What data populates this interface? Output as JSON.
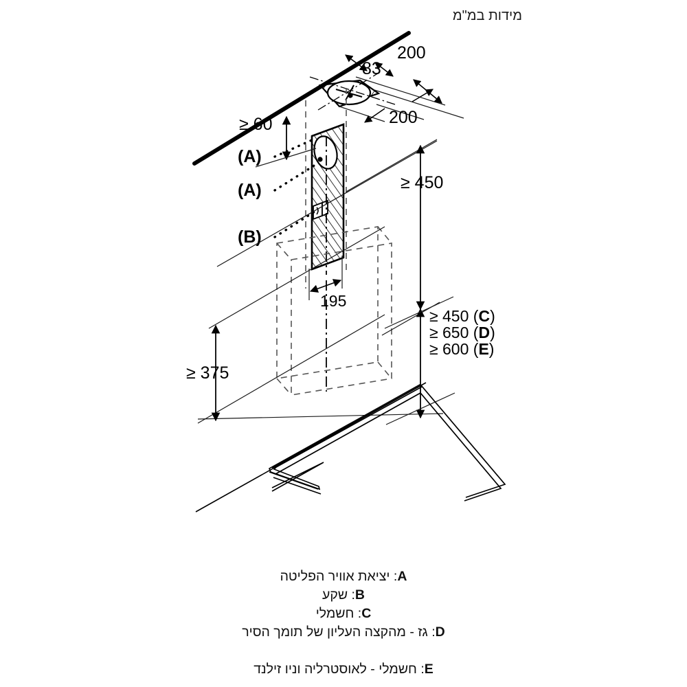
{
  "header": {
    "title": "מידות במ\"מ"
  },
  "diagram": {
    "type": "installation-dimension-drawing",
    "description": "isometric wall-mounted extractor hood installation diagram",
    "dimensions": {
      "ceiling_offset_top": "200",
      "duct_offset": "83",
      "ceiling_offset_bottom": "200",
      "wall_top_clearance": "≥ 60",
      "hood_height_min": "≥ 450",
      "hood_depth": "195",
      "side_clearance": "≥ 375"
    },
    "callouts": [
      {
        "id": "a1",
        "label": "(A)"
      },
      {
        "id": "a2",
        "label": "(A)"
      },
      {
        "id": "b1",
        "label": "(B)"
      }
    ],
    "clearance_stack": [
      {
        "value": "≥ 450",
        "ref": "C"
      },
      {
        "value": "≥ 650",
        "ref": "D"
      },
      {
        "value": "≥ 600",
        "ref": "E"
      }
    ]
  },
  "legend": {
    "items": [
      {
        "key": "A",
        "sep": ":",
        "text": "יציאת אוויר הפליטה",
        "gap": false
      },
      {
        "key": "B",
        "sep": ":",
        "text": "שקע",
        "gap": false
      },
      {
        "key": "C",
        "sep": ":",
        "text": "חשמלי",
        "gap": false
      },
      {
        "key": "D",
        "sep": ":",
        "text": "גז - מהקצה העליון של תומך הסיר",
        "gap": false
      },
      {
        "key": "E",
        "sep": ":",
        "text": "חשמלי - לאוסטרליה וניו זילנד",
        "gap": true
      }
    ]
  },
  "colors": {
    "line": "#000000",
    "thin": "#1a1a1a",
    "dashed": "#555555",
    "background": "#ffffff"
  }
}
